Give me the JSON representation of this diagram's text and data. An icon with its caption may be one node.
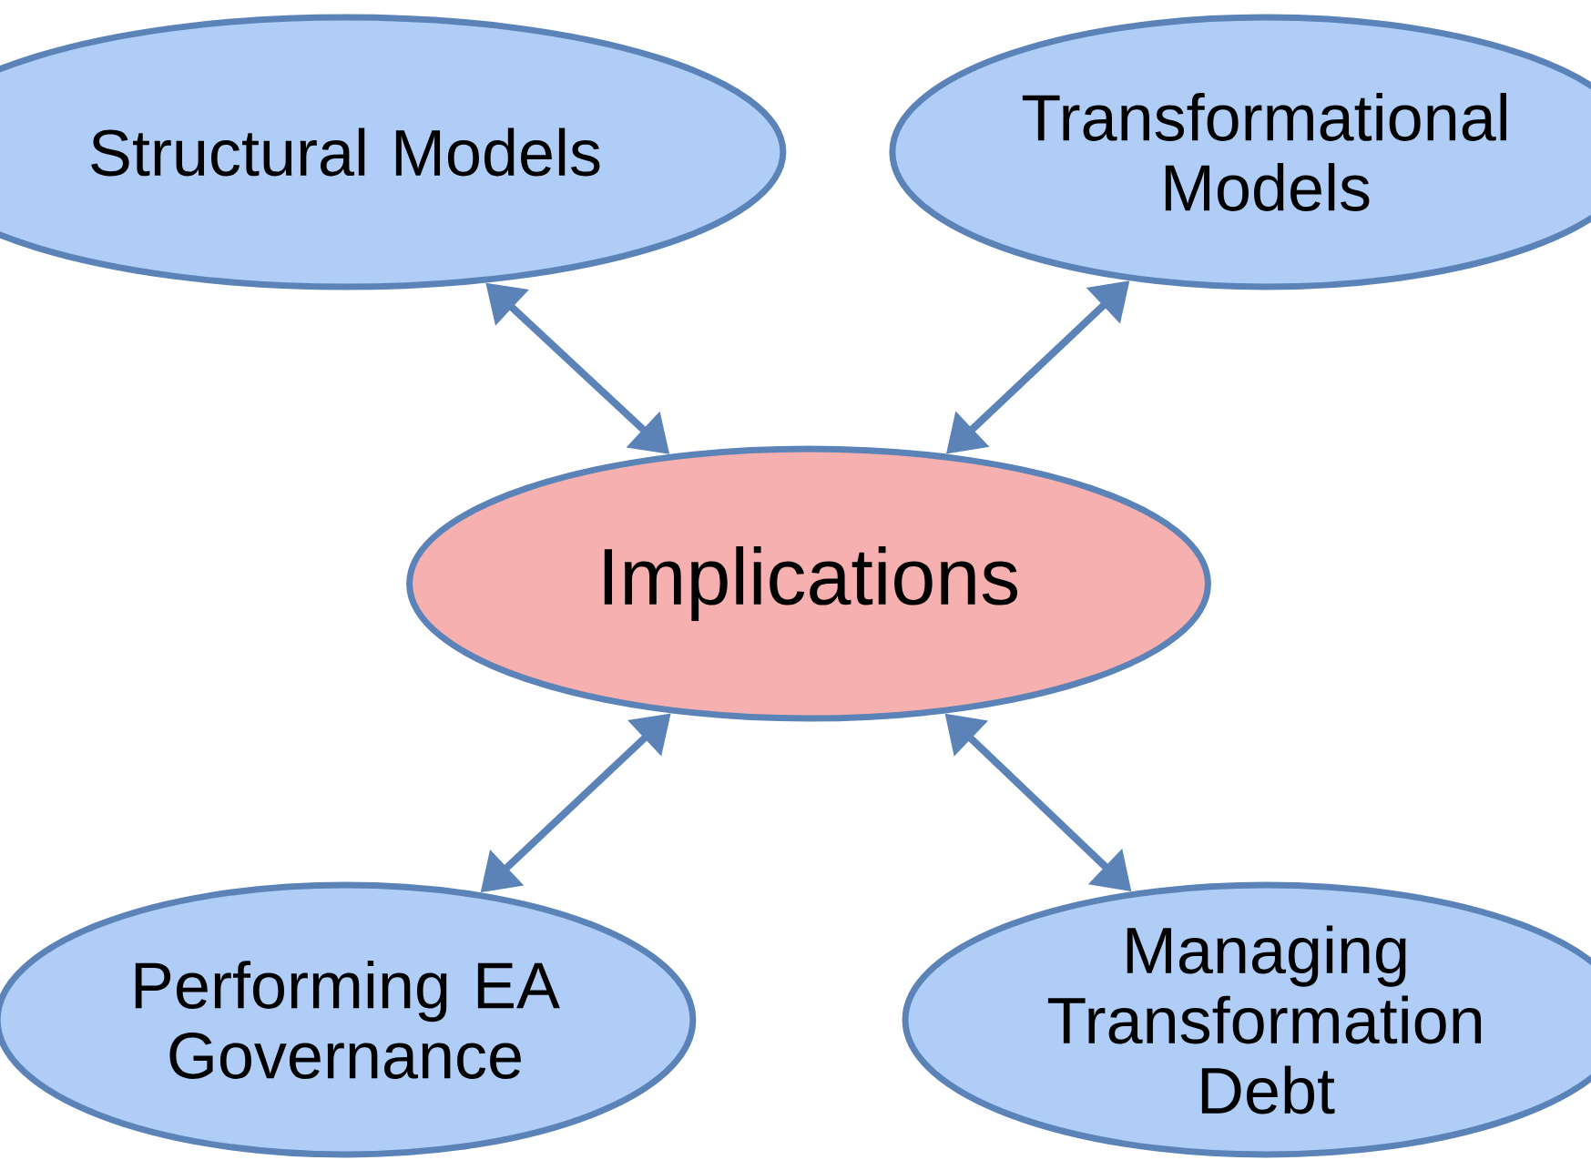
{
  "diagram": {
    "nodes": [
      {
        "text": [
          "Structural Models"
        ]
      },
      {
        "text": [
          "Transformational Models"
        ]
      },
      {
        "text": [
          "Implications"
        ]
      },
      {
        "text": [
          "Performing EA Governance"
        ]
      },
      {
        "text": [
          "Managing Transformation Debt"
        ]
      }
    ],
    "edges": [
      {
        "from": 0,
        "to": 2,
        "arrow": "both"
      },
      {
        "from": 1,
        "to": 2,
        "arrow": "both"
      },
      {
        "from": 3,
        "to": 2,
        "arrow": "both"
      },
      {
        "from": 4,
        "to": 2,
        "arrow": "both"
      }
    ]
  }
}
